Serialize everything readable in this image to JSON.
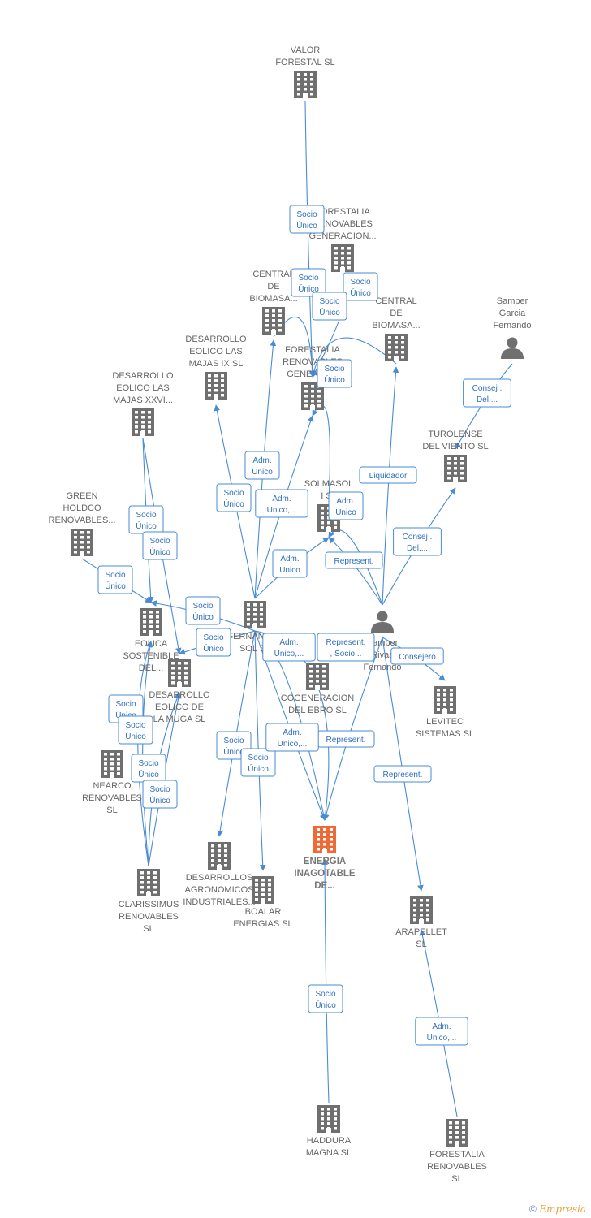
{
  "nodes": [
    {
      "id": "valor",
      "label": [
        "VALOR",
        "FORESTAL SL"
      ],
      "kind": "company"
    },
    {
      "id": "forestalia_gen_top",
      "label": [
        "FORESTALIA",
        "RENOVABLES",
        "GENERACION..."
      ],
      "kind": "company"
    },
    {
      "id": "central1",
      "label": [
        "CENTRAL",
        "DE",
        "BIOMASA..."
      ],
      "kind": "company"
    },
    {
      "id": "central2",
      "label": [
        "CENTRAL",
        "DE",
        "BIOMASA..."
      ],
      "kind": "company"
    },
    {
      "id": "samper_garcia",
      "label": [
        "Samper",
        "Garcia",
        "Fernando"
      ],
      "kind": "person"
    },
    {
      "id": "des_ix",
      "label": [
        "DESARROLLO",
        "EOLICO LAS",
        "MAJAS IX SL"
      ],
      "kind": "company"
    },
    {
      "id": "forestalia_gen_mid",
      "label": [
        "FORESTALIA",
        "RENOVABLES",
        "GENERAC..."
      ],
      "kind": "company"
    },
    {
      "id": "des_xxvi",
      "label": [
        "DESARROLLO",
        "EOLICO LAS",
        "MAJAS XXVI..."
      ],
      "kind": "company"
    },
    {
      "id": "turolense",
      "label": [
        "TUROLENSE",
        "DEL VIENTO SL"
      ],
      "kind": "company"
    },
    {
      "id": "green",
      "label": [
        "GREEN",
        "HOLDCO",
        "RENOVABLES..."
      ],
      "kind": "company"
    },
    {
      "id": "solmasol",
      "label": [
        "SOLMASOL",
        "I SL"
      ],
      "kind": "company"
    },
    {
      "id": "fernandez_sol",
      "label": [
        "FERNANDEZ",
        "SOL SL"
      ],
      "kind": "company"
    },
    {
      "id": "samper_rivas",
      "label": [
        "Samper",
        "Rivas",
        "Fernando"
      ],
      "kind": "person"
    },
    {
      "id": "eolica",
      "label": [
        "EOLICA",
        "SOSTENIBLE",
        "DEL..."
      ],
      "kind": "company"
    },
    {
      "id": "des_muga",
      "label": [
        "DESARROLLO",
        "EOLICO DE",
        "LA MUGA SL"
      ],
      "kind": "company"
    },
    {
      "id": "cogeneracion",
      "label": [
        "COGENERACION",
        "DEL EBRO SL"
      ],
      "kind": "company"
    },
    {
      "id": "levitec",
      "label": [
        "LEVITEC",
        "SISTEMAS SL"
      ],
      "kind": "company"
    },
    {
      "id": "nearco",
      "label": [
        "NEARCO",
        "RENOVABLES",
        "SL"
      ],
      "kind": "company"
    },
    {
      "id": "energia",
      "label": [
        "ENERGIA",
        "INAGOTABLE",
        "DE..."
      ],
      "kind": "main"
    },
    {
      "id": "des_agro",
      "label": [
        "DESARROLLOS",
        "AGRONOMICOS",
        "INDUSTRIALES..."
      ],
      "kind": "company"
    },
    {
      "id": "boalar",
      "label": [
        "BOALAR",
        "ENERGIAS SL"
      ],
      "kind": "company"
    },
    {
      "id": "clarissimus",
      "label": [
        "CLARISSIMUS",
        "RENOVABLES",
        "SL"
      ],
      "kind": "company"
    },
    {
      "id": "arapellet",
      "label": [
        "ARAPELLET",
        "SL"
      ],
      "kind": "company"
    },
    {
      "id": "haddura",
      "label": [
        "HADDURA",
        "MAGNA SL"
      ],
      "kind": "company"
    },
    {
      "id": "forestalia_bottom",
      "label": [
        "FORESTALIA",
        "RENOVABLES",
        "SL"
      ],
      "kind": "company"
    }
  ],
  "edges": [
    {
      "from": "valor",
      "to": "forestalia_gen_mid",
      "label": [
        "Socio",
        "Único"
      ]
    },
    {
      "from": "central1",
      "to": "forestalia_gen_mid",
      "label": [
        "Socio",
        "Único"
      ]
    },
    {
      "from": "forestalia_gen_top",
      "to": "forestalia_gen_mid",
      "label": [
        "Socio",
        "Único"
      ]
    },
    {
      "from": "central2",
      "to": "forestalia_gen_mid",
      "label": [
        "Socio",
        "Único"
      ]
    },
    {
      "from": "solmasol",
      "to": "forestalia_gen_mid",
      "label": [
        "Socio",
        "Único"
      ]
    },
    {
      "from": "samper_garcia",
      "to": "turolense",
      "label": [
        "Consej .",
        "Del...."
      ]
    },
    {
      "from": "fernandez_sol",
      "to": "central1",
      "label": [
        "Adm.",
        "Unico"
      ]
    },
    {
      "from": "fernandez_sol",
      "to": "des_ix",
      "label": [
        "Socio",
        "Único"
      ]
    },
    {
      "from": "fernandez_sol",
      "to": "forestalia_gen_mid",
      "label": [
        "Adm.",
        "Unico,..."
      ]
    },
    {
      "from": "fernandez_sol",
      "to": "solmasol",
      "label": [
        "Adm.",
        "Unico"
      ]
    },
    {
      "from": "samper_rivas",
      "to": "central2",
      "label": [
        "Liquidador"
      ]
    },
    {
      "from": "samper_rivas",
      "to": "solmasol",
      "label": [
        "Adm.",
        "Unico"
      ]
    },
    {
      "from": "samper_rivas",
      "to": "solmasol",
      "label": [
        "Represent."
      ]
    },
    {
      "from": "samper_rivas",
      "to": "turolense",
      "label": [
        "Consej .",
        "Del...."
      ]
    },
    {
      "from": "samper_rivas",
      "to": "levitec",
      "label": [
        "Consejero"
      ]
    },
    {
      "from": "samper_rivas",
      "to": "energia",
      "label": [
        "Represent."
      ]
    },
    {
      "from": "samper_rivas",
      "to": "arapellet",
      "label": [
        "Represent."
      ]
    },
    {
      "from": "des_xxvi",
      "to": "eolica",
      "label": [
        "Socio",
        "Único"
      ]
    },
    {
      "from": "des_xxvi",
      "to": "des_muga",
      "label": [
        "Socio",
        "Único"
      ]
    },
    {
      "from": "green",
      "to": "eolica",
      "label": [
        "Socio",
        "Único"
      ]
    },
    {
      "from": "fernandez_sol",
      "to": "eolica",
      "label": [
        "Socio",
        "Único"
      ]
    },
    {
      "from": "fernandez_sol",
      "to": "des_muga",
      "label": [
        "Socio",
        "Único"
      ]
    },
    {
      "from": "fernandez_sol",
      "to": "energia",
      "label": [
        "Adm.",
        "Unico,..."
      ]
    },
    {
      "from": "fernandez_sol",
      "to": "energia",
      "label": [
        "Represent.",
        ", Socio..."
      ]
    },
    {
      "from": "fernandez_sol",
      "to": "des_agro",
      "label": [
        "Socio",
        "Único"
      ]
    },
    {
      "from": "fernandez_sol",
      "to": "boalar",
      "label": [
        "Socio",
        "Único"
      ]
    },
    {
      "from": "fernandez_sol",
      "to": "energia",
      "label": [
        "Adm.",
        "Unico,..."
      ]
    },
    {
      "from": "clarissimus",
      "to": "eolica",
      "label": [
        "Socio",
        "Único"
      ]
    },
    {
      "from": "clarissimus",
      "to": "eolica",
      "label": [
        "Socio",
        "Único"
      ]
    },
    {
      "from": "clarissimus",
      "to": "des_muga",
      "label": [
        "Socio",
        "Único"
      ]
    },
    {
      "from": "clarissimus",
      "to": "des_muga",
      "label": [
        "Socio",
        "Único"
      ]
    },
    {
      "from": "haddura",
      "to": "energia",
      "label": [
        "Socio",
        "Único"
      ]
    },
    {
      "from": "forestalia_bottom",
      "to": "arapellet",
      "label": [
        "Adm.",
        "Unico,..."
      ]
    }
  ],
  "colors": {
    "edge": "#4a8bd6",
    "node": "#6f6f6f",
    "main": "#f06a35",
    "label": "#666666"
  },
  "footer": {
    "copyright": "©",
    "brand": "Empresia"
  }
}
